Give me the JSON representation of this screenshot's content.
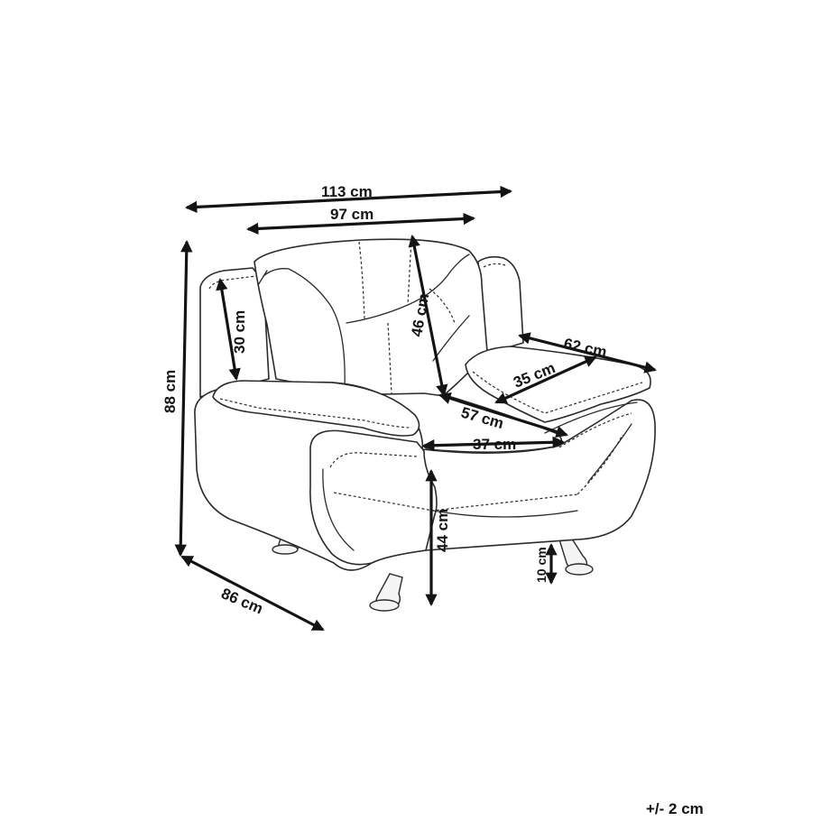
{
  "dimensions": {
    "overall_width": "113 cm",
    "back_width": "97 cm",
    "overall_height": "88 cm",
    "armrest_height": "30 cm",
    "backrest_height": "46 cm",
    "armrest_length": "62 cm",
    "armrest_width": "35 cm",
    "seat_depth": "57 cm",
    "seat_width": "37 cm",
    "seat_height": "44 cm",
    "leg_height": "10 cm",
    "overall_depth": "86 cm"
  },
  "tolerance": "+/- 2 cm"
}
